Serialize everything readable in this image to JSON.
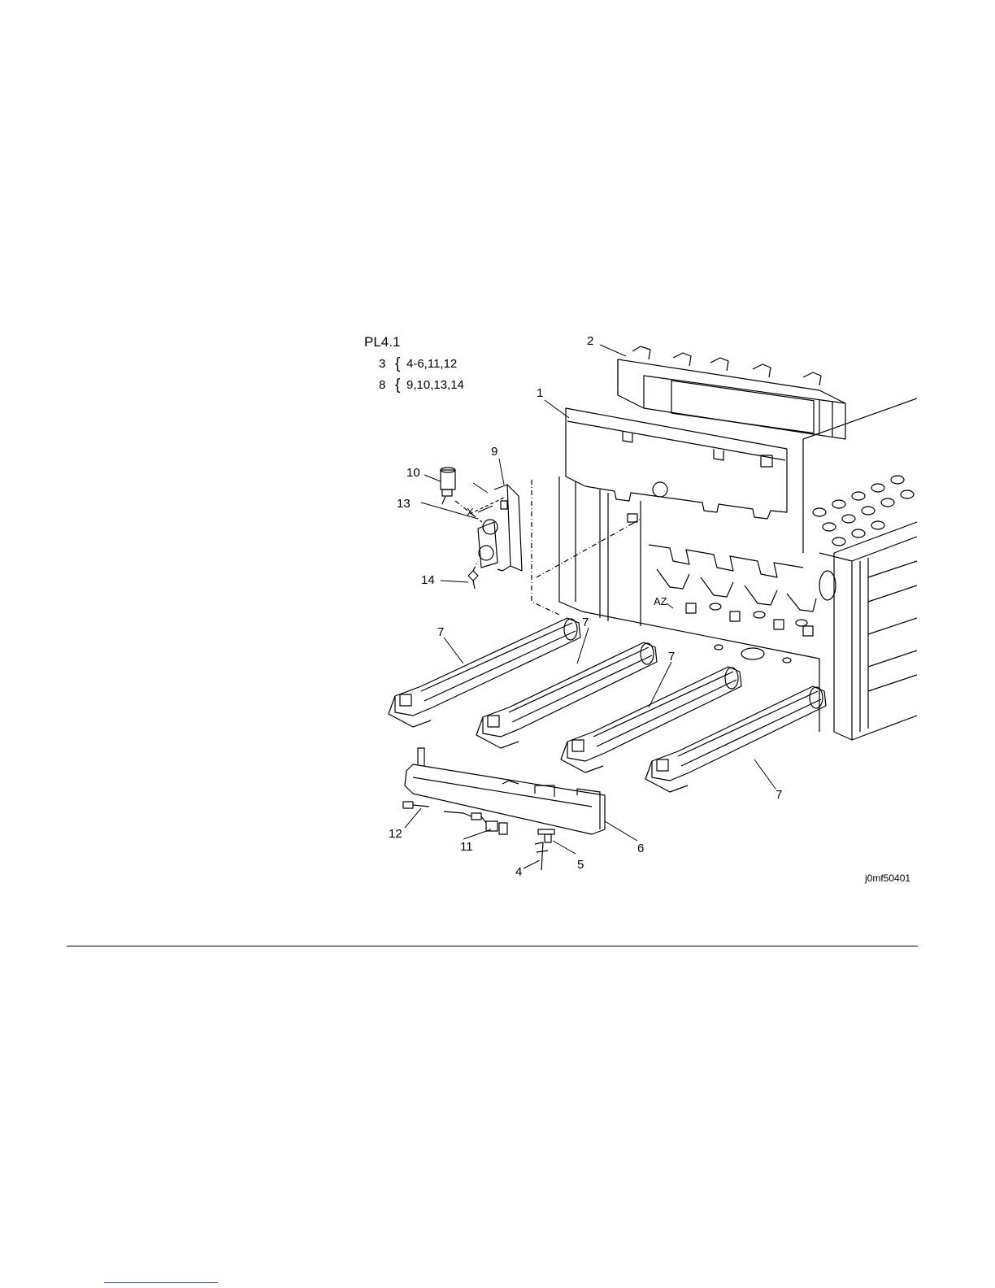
{
  "figure": {
    "header": {
      "ref": "PL4.1",
      "groups": [
        {
          "item": "3",
          "brace": "{",
          "contents": "4-6,11,12"
        },
        {
          "item": "8",
          "brace": "{",
          "contents": "9,10,13,14"
        }
      ]
    },
    "callouts": [
      "1",
      "2",
      "4",
      "5",
      "6",
      "7",
      "7",
      "7",
      "7",
      "9",
      "10",
      "11",
      "12",
      "13",
      "14"
    ],
    "markers": [
      "X",
      "AZ"
    ],
    "image_id": "j0mf50401"
  },
  "colors": {
    "line": "#000000",
    "link": "#1f3fbf"
  }
}
